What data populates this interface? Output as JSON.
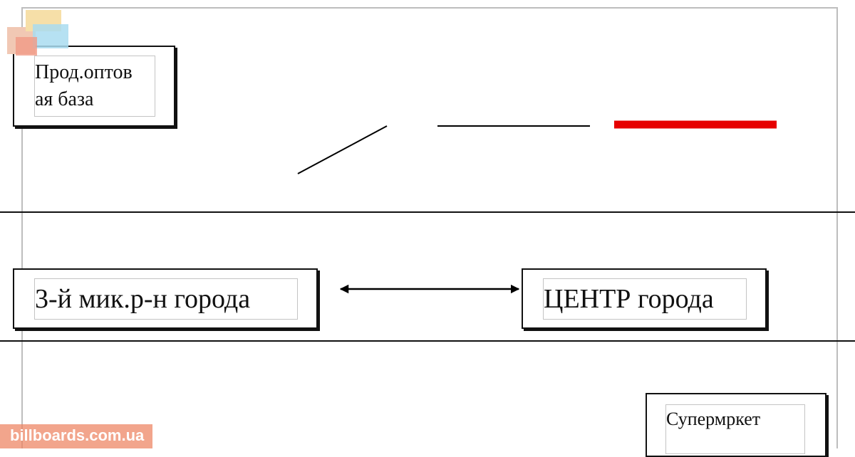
{
  "diagram": {
    "nodes": {
      "wholesale_base": {
        "label": "Прод.оптов ая база"
      },
      "district_3": {
        "label": "3-й мик.р-н города"
      },
      "city_center": {
        "label": "ЦЕНТР города"
      },
      "supermarket": {
        "label": "Супермркет"
      }
    },
    "connections": [
      {
        "from": "district_3",
        "to": "city_center",
        "style": "double-arrow",
        "color": "#000000"
      }
    ],
    "legend_line_colors": [
      "#000000",
      "#000000",
      "#e60000"
    ]
  },
  "watermark": {
    "text": "billboards.com.ua",
    "logo": "billboard-logo-icon"
  }
}
